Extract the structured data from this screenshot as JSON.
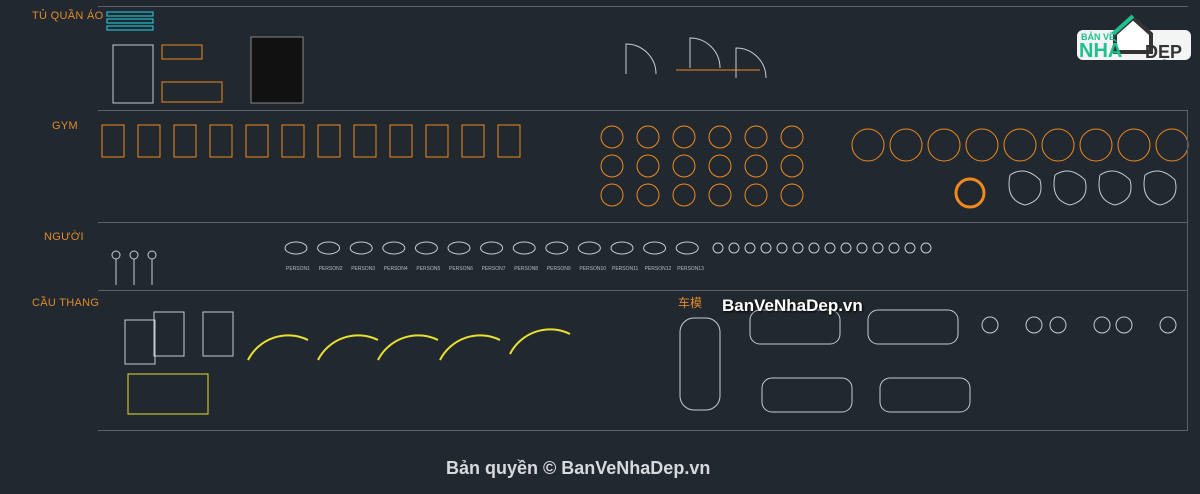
{
  "sections": [
    {
      "label": "TỦ QUẦN ÁO"
    },
    {
      "label": "GYM"
    },
    {
      "label": "NGƯỜI"
    },
    {
      "label": "CẦU THANG"
    }
  ],
  "persons": [
    "PERSON1",
    "PERSON2",
    "PERSON3",
    "PERSON4",
    "PERSON5",
    "PERSON6",
    "PERSON7",
    "PERSON8",
    "PERSON9",
    "PERSON10",
    "PERSON11",
    "PERSON12",
    "PERSON13"
  ],
  "car_section_label": "车模",
  "watermark_mid": "BanVeNhaDep.vn",
  "watermark_bottom": "Bản quyền © BanVeNhaDep.vn",
  "logo": {
    "line1": "BẢN VẼ",
    "line2": "NHÀ",
    "line3": "ĐẸP"
  },
  "colors": {
    "background": "#212830",
    "label": "#e08a2a",
    "cad_white": "#c8ccd0",
    "cad_orange": "#f08a1c",
    "cad_yellow": "#e8e030",
    "cad_cyan": "#20d8e8"
  }
}
